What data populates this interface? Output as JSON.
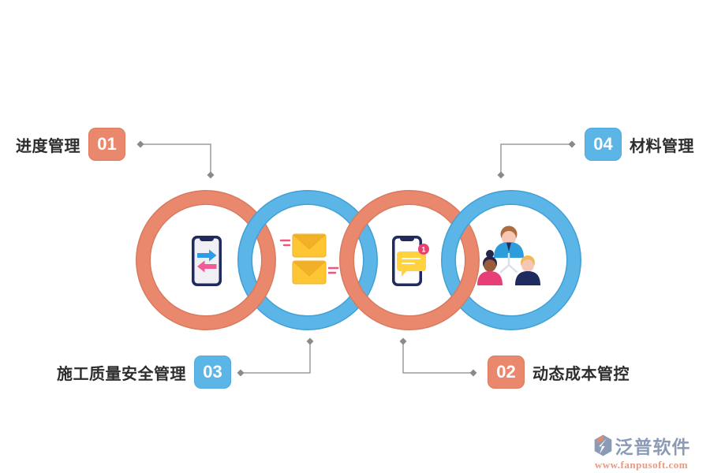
{
  "labels": {
    "item01": {
      "number": "01",
      "text": "进度管理"
    },
    "item02": {
      "number": "02",
      "text": "动态成本管控"
    },
    "item03": {
      "number": "03",
      "text": "施工质量安全管理"
    },
    "item04": {
      "number": "04",
      "text": "材料管理"
    }
  },
  "icons": {
    "ring1": "phone-transfer-icon",
    "ring2": "mail-icon",
    "ring3": "phone-message-icon",
    "ring4": "team-icon",
    "badge_count": "1"
  },
  "logo": {
    "name": "泛普软件",
    "url": "www.fanpusoft.com"
  },
  "colors": {
    "ring_salmon": "#E9886C",
    "ring_salmon_edge": "#D97A5F",
    "ring_blue": "#5BB5E6",
    "ring_blue_edge": "#42A0D6",
    "label_text": "#2d2d2d",
    "badge_text": "#ffffff",
    "connector": "#999999",
    "envelope_yellow": "#FFC633",
    "bubble_yellow": "#FFD23E",
    "notification_pink": "#E8416F",
    "logo_text": "#8C9BB5",
    "logo_url": "#E89B7E"
  }
}
